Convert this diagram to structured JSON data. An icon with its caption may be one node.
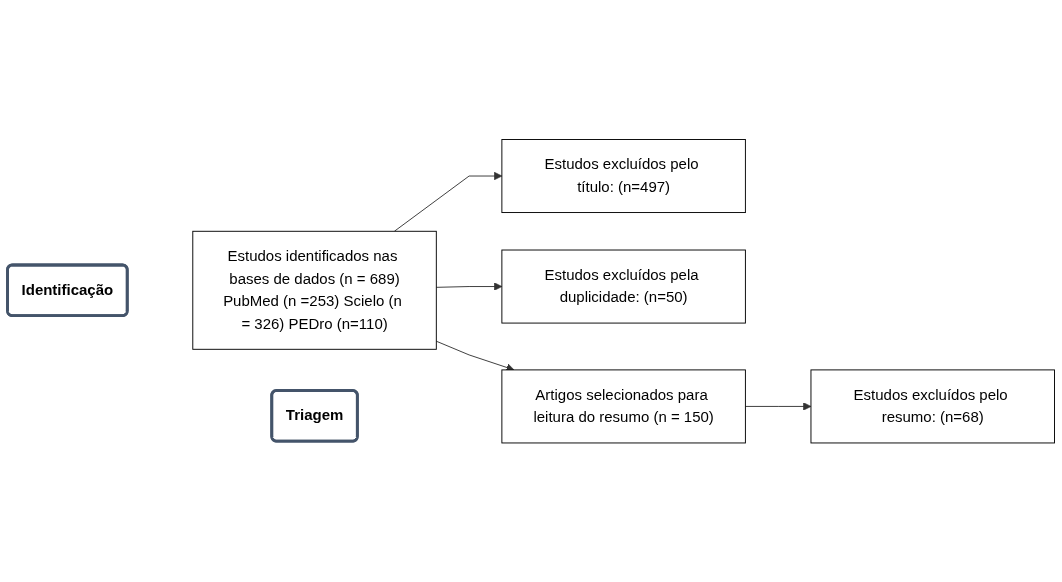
{
  "diagram": {
    "nodes": [
      {
        "text": [
          "Identificação"
        ]
      },
      {
        "text": [
          "Estudos identificados nas bases de dados (n = 689)",
          "PubMed (n =253) Scielo (n = 326) PEDro (n=110)"
        ]
      },
      {
        "text": [
          "Estudos excluídos pelo título: (n=497)"
        ]
      },
      {
        "text": [
          "Estudos excluídos pela duplicidade: (n=50)"
        ]
      },
      {
        "text": [
          "Triagem"
        ]
      },
      {
        "text": [
          "Artigos selecionados para leitura do resumo (n = 150)"
        ]
      },
      {
        "text": [
          "Estudos excluídos pelo resumo: (n=68)"
        ]
      }
    ],
    "edges": [
      {
        "from": 1,
        "to": 2,
        "arrow": "to"
      },
      {
        "from": 1,
        "to": 3,
        "arrow": "to"
      },
      {
        "from": 1,
        "to": 5,
        "arrow": "to"
      },
      {
        "from": 5,
        "to": 6,
        "arrow": "to"
      }
    ]
  }
}
